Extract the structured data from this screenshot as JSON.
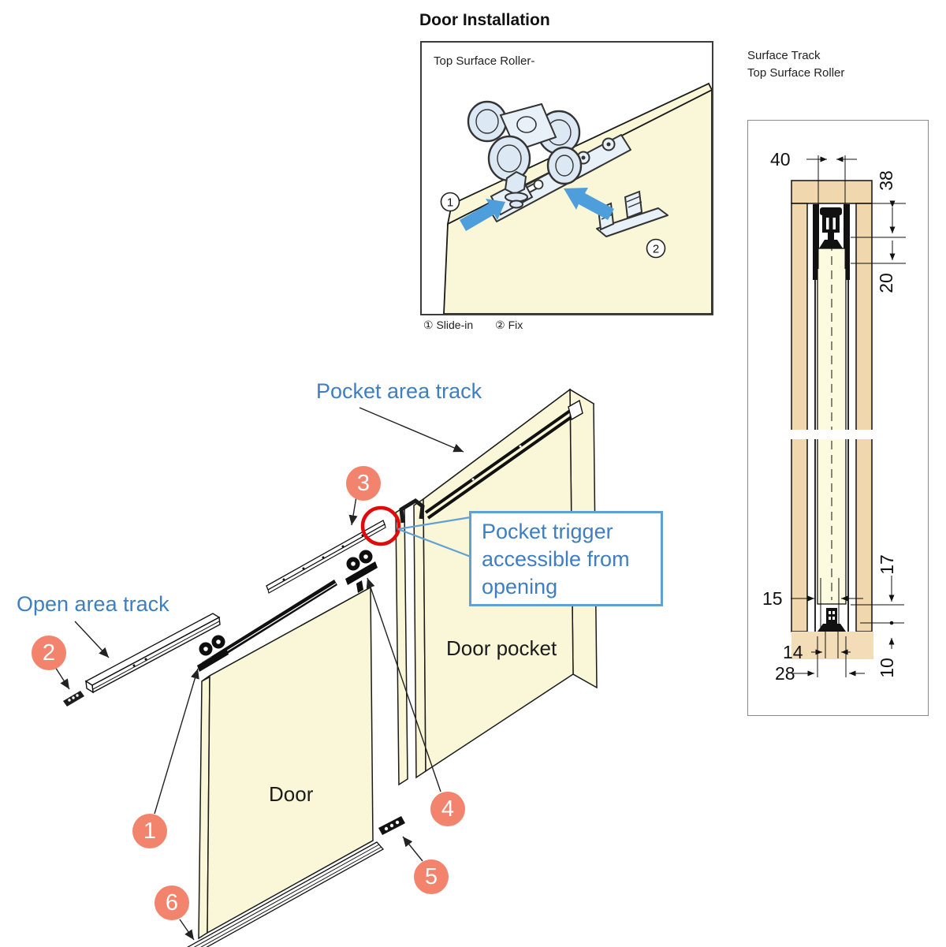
{
  "title": "Door Installation",
  "top_panel": {
    "label": "Top Surface Roller-",
    "step1_num": "1",
    "step2_num": "2",
    "caption_step1": "① Slide-in",
    "caption_step2": "② Fix"
  },
  "right_panel": {
    "title_line1": "Surface Track",
    "title_line2": "Top Surface Roller",
    "dims": {
      "track_width": "40",
      "top_clearance": "38",
      "roller_height": "20",
      "bottom_inset": "17",
      "groove_width": "15",
      "guide_width": "14",
      "floor_clearance": "10",
      "base_width": "28"
    }
  },
  "main": {
    "pocket_area_track_label": "Pocket area track",
    "open_area_track_label": "Open area track",
    "door_label": "Door",
    "door_pocket_label": "Door pocket",
    "callout_line1": "Pocket trigger",
    "callout_line2": "accessible from",
    "callout_line3": "opening",
    "markers": {
      "m1": "1",
      "m2": "2",
      "m3": "3",
      "m4": "4",
      "m5": "5",
      "m6": "6"
    }
  },
  "colors": {
    "accent_blue": "#3E7EC1",
    "callout_border_blue": "#62A0D2",
    "marker_orange": "#F2836C",
    "highlight_red": "#E00A0A",
    "arrow_blue": "#4D9EDB",
    "panel_yellow": "#FAF7D9",
    "wood_tan": "#F1D7AD"
  }
}
